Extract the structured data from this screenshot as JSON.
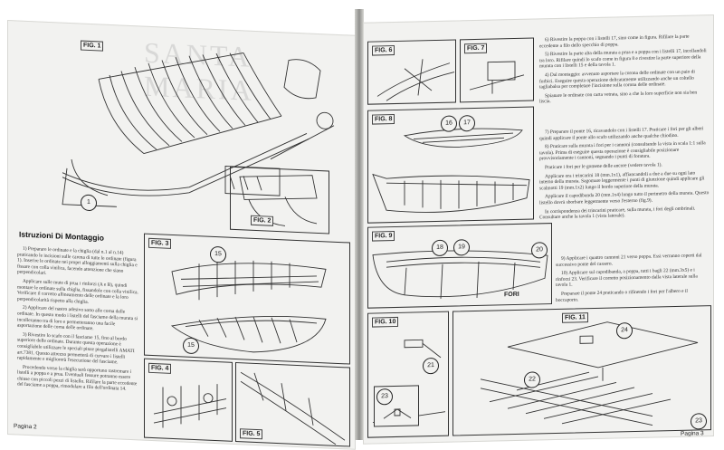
{
  "left_page": {
    "watermark": "SANTA MARIA",
    "section_title": "Istruzioni Di Montaggio",
    "paragraphs": [
      "1) Preparare le ordinate e la chiglia (dal n.1 al n.14) praticando le incisioni sulle carena di tutte le ordinate (figura 1). Inserire le ordinate nei propri alloggiamenti sulla chiglia e fissare con colla vinilica, facendo attenzione che siano perpendicolari.",
      "Applicare sulle mute di prua i rinforzi (A e B), quindi montare le ordinate sulla chiglia, fissandole con colla vinilica. Verificare il corretto allineamento delle ordinate e la loro perpendicolarità rispetto alla chiglia.",
      "2) Applicare del nastro adesivo sotto alle corna delle ordinate. In questo modo i listelli del fasciame della murata si incolleranno tra di loro e permetteranno una facile asportazione delle corna delle ordinate.",
      "3) Rivestire lo scafo con il fasciame 15, fino al bordo superiore delle ordinate. Durante questa operazione è consigliabile utilizzare le speciali pinze piegalistelli AMATI art.7381. Questo attrezzo permetterà di curvare i listelli rapidamente e migliorerà l'esecuzione del fasciame.",
      "Procedendo verso la chiglia sarà opportuno rastremare i listelli a poppa e a prua. Eventuali fessure potranno essere chiuse con piccoli pezzi di listello. Rifilare la parte eccedente del fasciame a poppa, rimodulare a filo dell'ordinata 14."
    ],
    "folio": "Pagina 2",
    "figures": {
      "fig1": "FIG. 1",
      "fig2": "FIG. 2",
      "fig3": "FIG. 3",
      "fig4": "FIG. 4",
      "fig5": "FIG. 5"
    },
    "callouts": {
      "c1": "1",
      "c15a": "15",
      "c15b": "15"
    }
  },
  "right_page": {
    "paragraphs_top": [
      "6) Rivestire la poppa con i listelli 17, sino come in figura. Rifilare la parte eccedente a filo dello specchio di poppa.",
      "5) Rivestire la parte alta della murata a prua e a poppa con i listelli 17, incollandoli tra loro. Rifilare quindi lo scafo come in figura 8 e rivestire la parte superiore della murata con i listelli 15 e della tavola 1.",
      "4) Dal montaggio: avvenuto asportare la corona delle ordinate con un paio di forbici. Eseguire questa operazione delicatamente utilizzando anche un coltello tagliabalsa per completare l'incisione sulla corona delle ordinate.",
      "Spianare le ordinate con carta vetrata, sino a che la loro superficie non sia ben liscia."
    ],
    "paragraphs_mid": [
      "7) Preparare il ponte 16, ricavandolo con i listelli 17. Praticare i fori per gli alberi quindi applicare il ponte allo scafo utilizzando anche qualche chiodino.",
      "8) Praticare sulla murata i fori per i cannoni (consultando la vista in scala 1:1 sulla tavola). Prima di eseguire questa operazione è consigliabile posizionare provvisoriamente i cannoni, segnando i punti di foratura.",
      "Praticare i fori per le gomene delle ancore (vedere tavola 1).",
      "Applicare ora i trincarini 18 (mm.1x1), affiancandoli a due a due su ogni lato interno della murata. Sagomare leggermente i punti di giunzione quindi applicare gli scalmotti 19 (mm.1x2) lungo il bordo superiore della murata.",
      "Applicare il capodibanda 20 (mm.1x4) lungo tutto il perimetro della murata. Questo listello dovrà sborbare leggermente verso l'esterno (fig.9).",
      "In corrispondenza dei trincarini praticare, sulla murata, i fori degli ombrinali. Consultare anche la tavola 1 (vista laterale)."
    ],
    "paragraphs_bottom": [
      "9) Applicare i quattro cannoni 21 verso poppa. Essi verranno coperti dal successivo ponte del cassero.",
      "10) Applicare sul capodibanda, a poppa, tutti i bagli 22 (mm.3x5) e i rinforzi 23. Verificare il corretto posizionamento dalla vista laterale sulla tavola 1.",
      "Preparare il ponte 24 praticando o rifinendo i fori per l'albero e il boccaporto."
    ],
    "folio": "Pagina 3",
    "fori_label": "FORI",
    "figures": {
      "fig6": "FIG. 6",
      "fig7": "FIG. 7",
      "fig8": "FIG. 8",
      "fig9": "FIG. 9",
      "fig10": "FIG. 10",
      "fig11": "FIG. 11"
    },
    "callouts": {
      "c16": "16",
      "c17": "17",
      "c18": "18",
      "c19": "19",
      "c20": "20",
      "c21": "21",
      "c22": "22",
      "c23a": "23",
      "c23b": "23",
      "c24": "24"
    }
  }
}
